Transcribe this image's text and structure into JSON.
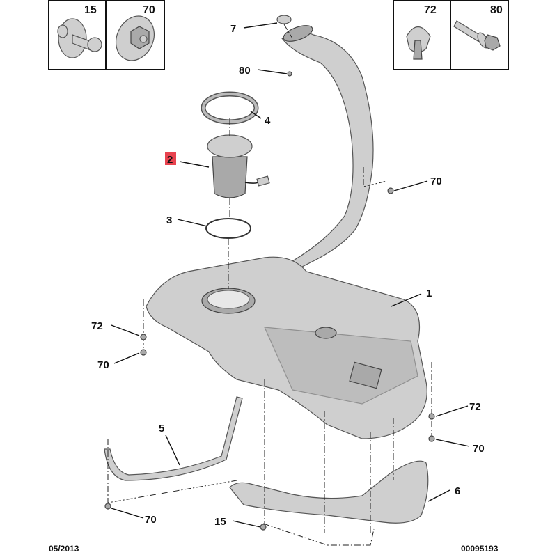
{
  "legend_boxes": [
    {
      "ref": "15",
      "part": "clip-fastener"
    },
    {
      "ref": "70",
      "part": "flange-nut"
    },
    {
      "ref": "72",
      "part": "push-clip"
    },
    {
      "ref": "80",
      "part": "flange-screw"
    }
  ],
  "callouts": {
    "c7": "7",
    "c80": "80",
    "c4": "4",
    "c2": "2",
    "c3": "3",
    "c1": "1",
    "c70_top": "70",
    "c72_left": "72",
    "c70_left": "70",
    "c72_right": "72",
    "c70_right": "70",
    "c5": "5",
    "c6": "6",
    "c70_bottom": "70",
    "c15_bottom": "15"
  },
  "highlight_color": "#e8434f",
  "footer": {
    "date": "05/2013",
    "doc_number": "00095193"
  }
}
